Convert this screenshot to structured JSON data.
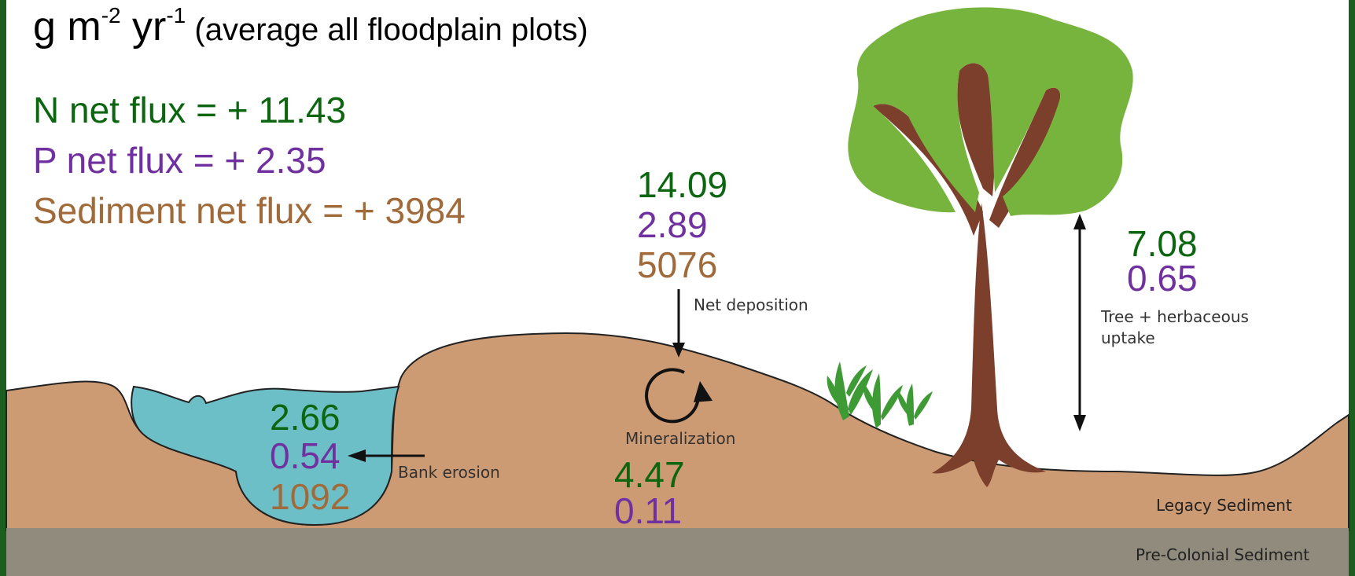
{
  "header": {
    "units_main": "g m",
    "units_exp1": "-2",
    "units_mid": " yr",
    "units_exp2": "-1",
    "units_note": " (average all floodplain plots)"
  },
  "summary": {
    "n_net_flux": "N net flux = + 11.43",
    "p_net_flux": "P net flux = + 2.35",
    "sediment_net_flux": "Sediment net flux = + 3984"
  },
  "deposition": {
    "n": "14.09",
    "p": "2.89",
    "sediment": "5076",
    "label": "Net deposition"
  },
  "uptake": {
    "n": "7.08",
    "p": "0.65",
    "label_line1": "Tree + herbaceous",
    "label_line2": "uptake"
  },
  "bank_erosion": {
    "n": "2.66",
    "p": "0.54",
    "sediment": "1092",
    "label": "Bank erosion"
  },
  "mineralization": {
    "label": "Mineralization",
    "n": "4.47",
    "p": "0.11"
  },
  "layers": {
    "legacy": "Legacy Sediment",
    "precolonial": "Pre-Colonial Sediment"
  },
  "colors": {
    "nitrogen": "#0c6610",
    "phosphorus": "#7030a0",
    "sediment_text": "#a06a3a",
    "soil": "#cd9b73",
    "precolonial": "#918b7e",
    "water": "#6cbfc6",
    "foliage": "#77b43d",
    "trunk": "#7b3f2c",
    "frame": "#1b5e20"
  }
}
